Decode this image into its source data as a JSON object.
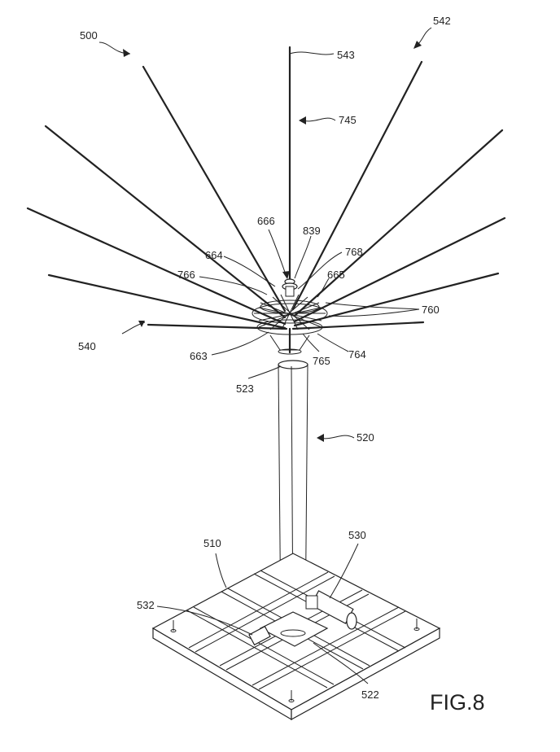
{
  "figure_label": "FIG.8",
  "reference_numerals": {
    "r500": "500",
    "r542": "542",
    "r543": "543",
    "r745": "745",
    "r666": "666",
    "r839": "839",
    "r664": "664",
    "r768": "768",
    "r766": "766",
    "r665": "665",
    "r760": "760",
    "r540": "540",
    "r663": "663",
    "r765": "765",
    "r764": "764",
    "r523": "523",
    "r520": "520",
    "r510": "510",
    "r530": "530",
    "r532": "532",
    "r522": "522"
  }
}
